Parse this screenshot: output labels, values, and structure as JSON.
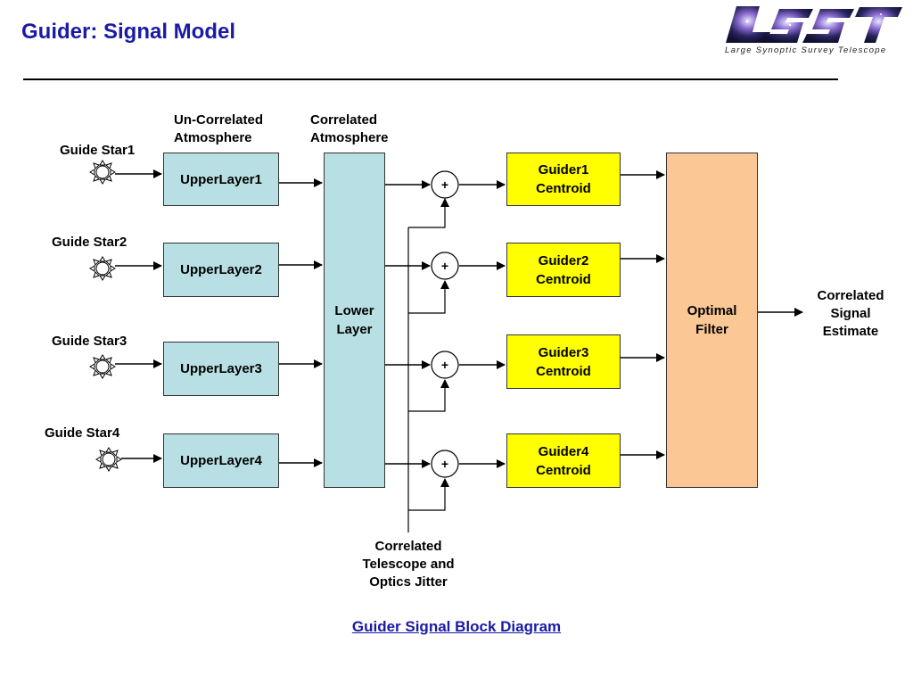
{
  "title": "Guider:  Signal Model",
  "logo": {
    "tagline": "Large Synoptic Survey Telescope"
  },
  "labels": {
    "uncorrelated": "Un-Correlated Atmosphere",
    "correlated": "Correlated Atmosphere",
    "output": "Correlated Signal Estimate",
    "jitter": "Correlated Telescope and Optics Jitter"
  },
  "stars": [
    "Guide Star1",
    "Guide Star2",
    "Guide Star3",
    "Guide Star4"
  ],
  "upper_layers": [
    "UpperLayer1",
    "UpperLayer2",
    "UpperLayer3",
    "UpperLayer4"
  ],
  "lower_layer": "Lower Layer",
  "centroids": [
    "Guider1 Centroid",
    "Guider2 Centroid",
    "Guider3 Centroid",
    "Guider4 Centroid"
  ],
  "filter": "Optimal Filter",
  "sum_symbol": "+",
  "caption": "Guider Signal Block Diagram",
  "colors": {
    "title": "#1a1aa6",
    "upper_layer_fill": "#b8dfe3",
    "centroid_fill": "#ffff00",
    "filter_fill": "#fbc795"
  }
}
